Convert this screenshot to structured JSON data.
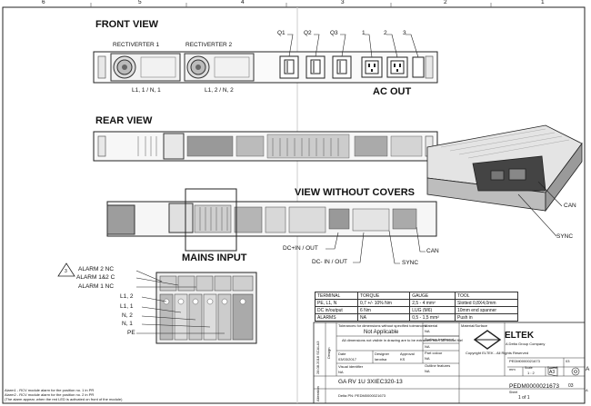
{
  "border": {
    "columns": [
      "6",
      "5",
      "4",
      "3",
      "2",
      "1"
    ],
    "rows": [
      "A"
    ]
  },
  "front_view": {
    "title": "FRONT VIEW",
    "rectiverter_1": "RECTIVERTER 1",
    "rectiverter_2": "RECTIVERTER 2",
    "rect1_label": "L1, 1 / N, 1",
    "rect2_label": "L1, 2 / N, 2",
    "breakers": [
      "Q1",
      "Q2",
      "Q3"
    ],
    "sockets": [
      "1",
      "2",
      "3"
    ],
    "ac_out": "AC OUT"
  },
  "rear_view": {
    "title": "REAR VIEW"
  },
  "covers": {
    "title": "VIEW WITHOUT COVERS",
    "dc_in_out": "DC+IN / OUT",
    "dc_minus": "DC- IN / OUT",
    "sync": "SYNC",
    "can": "CAN",
    "mains_input": "MAINS INPUT"
  },
  "perspective": {
    "can": "CAN",
    "sync": "SYNC"
  },
  "mains_detail": {
    "note_number": "3",
    "labels": [
      "ALARM 2 NC",
      "ALARM 1&2 C",
      "ALARM 1 NC",
      "L1, 2",
      "L1, 1",
      "N, 2",
      "N, 1",
      "PE"
    ]
  },
  "footnote": {
    "line1": "Alarm1 - RCV module alarm for the position no. 1 in PR",
    "line2": "Alarm2 - RCV module alarm for the position no. 2 in PR",
    "line3": "(The alarm appear, when the red LED is activated on front of the module)"
  },
  "terminal_table": {
    "headers": [
      "TERMINAL",
      "TORQUE",
      "GAUGE",
      "TOOL"
    ],
    "rows": [
      [
        "PE, L1, N",
        "0,7 +/- 10% Nm",
        "2,5 - 4 mm²",
        "Slotted 0,8X4,0mm"
      ],
      [
        "DC in/output",
        "6 Nm",
        "LUG (M6)",
        "10mm end spanner"
      ],
      [
        "ALARMS",
        "NA",
        "0,5 - 1,5 mm²",
        "Push in"
      ]
    ]
  },
  "title_block": {
    "tolerance": "Tolerances for dimensions without specified tolerances",
    "not_applicable": "Not Applicable",
    "note": "All dimensions not visible in drawing are to be extracted from 3D model file!",
    "material_label": "Material",
    "material_value": "NA",
    "surface_label": "Material/Surface",
    "treatment_label": "Surface treatment",
    "treatment_value": "NA",
    "part_label": "Part colour",
    "part_value": "NA",
    "outline_label": "Outline features",
    "outline_value": "NA",
    "date_label": "Date",
    "date_value": "03/03/2017",
    "designer_label": "Designer",
    "designer_value": "larodsa",
    "approval_label": "Approval",
    "approval_value": "KS",
    "visual_label": "Visual identifier",
    "visual_value": "NA",
    "design_side": "Design",
    "date_side": "28.08.2018 SCALA3",
    "company": "ELTEK",
    "company_sub": "A Delta Group Company",
    "copyright": "Copyright    ELTEK - All Rights Reserved",
    "title": "GA RV 1U 3XIEC320-13",
    "pn": "Delta PN: PEDM0000021673",
    "doc_number": "PEDM0000021673",
    "revision": "03",
    "scale_label": "Scale",
    "scale": "1 : 2",
    "unit": "mm",
    "format_label": "Format",
    "format": "A3",
    "sheet_label": "Sheet",
    "sheet": "1 of 1",
    "alteration": "Alteration",
    "row_marker": "A"
  }
}
